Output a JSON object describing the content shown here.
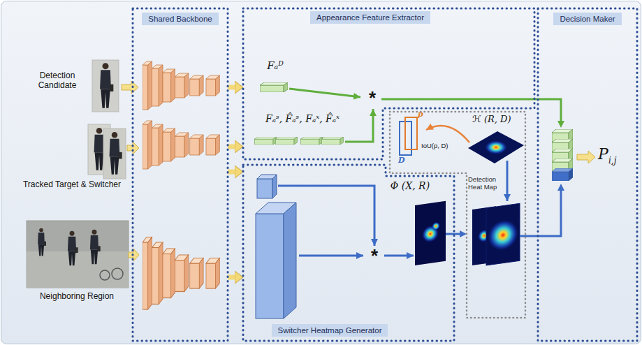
{
  "diagram": {
    "nodes": [
      {
        "text": [
          "Shared Backbone"
        ]
      },
      {
        "text": [
          "Appearance Feature Extractor"
        ]
      },
      {
        "text": [
          "Switcher Heatmap Generator"
        ]
      },
      {
        "text": [
          "Detection Heat Map"
        ]
      },
      {
        "text": [
          "Decision Maker"
        ]
      }
    ],
    "edges": [
      {
        "from": 0,
        "to": 1,
        "arrow": "to"
      },
      {
        "from": 0,
        "to": 1,
        "arrow": "to"
      },
      {
        "from": 0,
        "to": 2,
        "arrow": "to"
      },
      {
        "from": 0,
        "to": 2,
        "arrow": "to"
      },
      {
        "from": 2,
        "to": 3,
        "arrow": "to"
      },
      {
        "from": 1,
        "to": 4,
        "arrow": "to"
      },
      {
        "from": 3,
        "to": 4,
        "arrow": "to"
      }
    ],
    "labels": [
      "Detection Candidate",
      "Tracked Target & Switcher",
      "Neighboring Region",
      "Fₐᴰ",
      "Fₐˢ, F̂ₐˢ, Fₐˣ, F̂ₐˣ",
      "*",
      "p",
      "D",
      "IoU(p, D)",
      "ℋ (R, D)",
      "Φ (X, R)",
      "*",
      "P",
      "i,j"
    ]
  }
}
